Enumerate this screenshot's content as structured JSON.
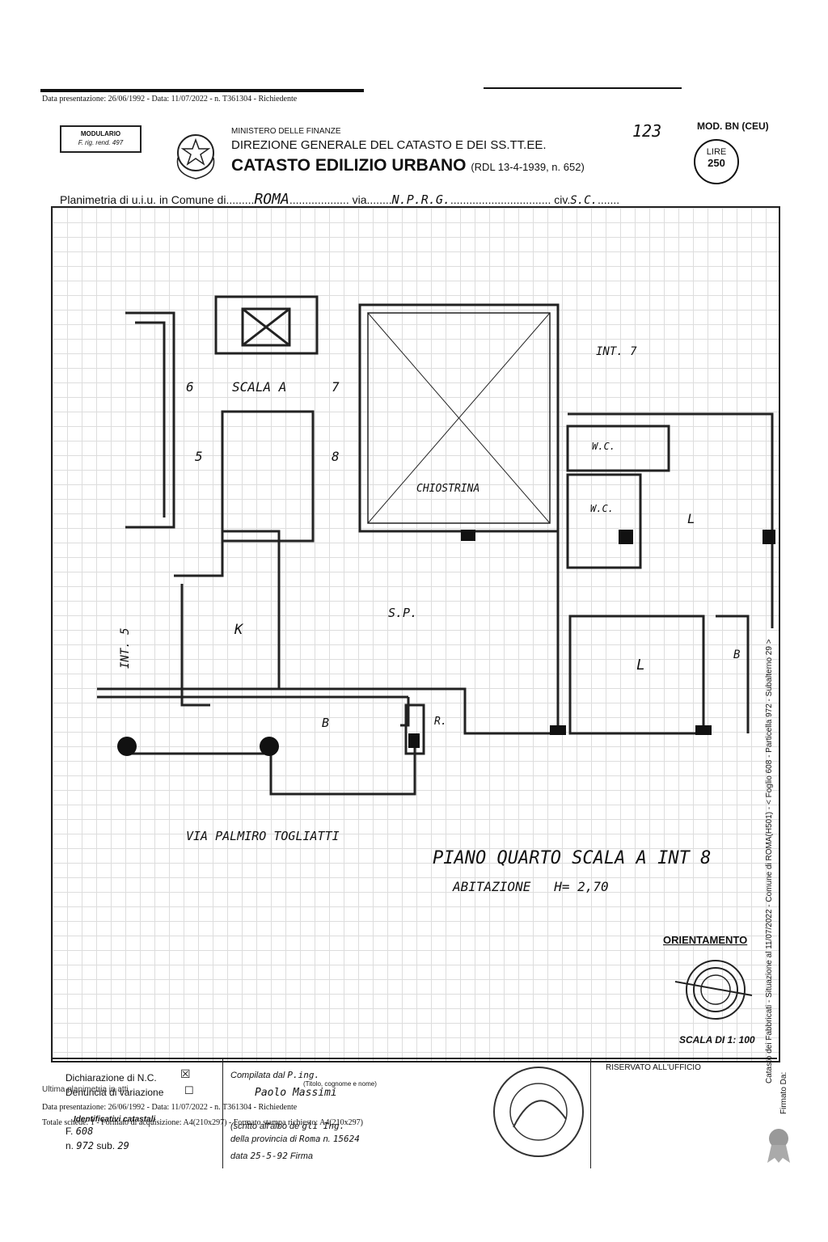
{
  "header_stamp": "Data presentazione: 26/06/1992 - Data: 11/07/2022 - n. T361304 - Richiedente",
  "modulario": {
    "line1": "MODULARIO",
    "line2": "F. rig. rend. 497"
  },
  "ministry": {
    "line1": "MINISTERO DELLE FINANZE",
    "line2": "DIREZIONE GENERALE DEL CATASTO E DEI SS.TT.EE.",
    "line3": "CATASTO EDILIZIO URBANO",
    "line3_sub": "(RDL 13-4-1939, n. 652)"
  },
  "handwritten_number": "123",
  "mod": "MOD. BN (CEU)",
  "lire": {
    "label": "LIRE",
    "value": "250"
  },
  "planimetria": {
    "label": "Planimetria di u.i.u. in Comune di",
    "comune": "ROMA",
    "via_label": "via",
    "via": "N.P.R.G.",
    "civ_label": "civ.",
    "civ": "S.C."
  },
  "rooms": {
    "int7": "INT. 7",
    "scala": "SCALA A",
    "n6": "6",
    "n7": "7",
    "n5": "5",
    "n8": "8",
    "wc1": "W.C.",
    "wc2": "W.C.",
    "chiostrina": "CHIOSTRINA",
    "l1": "L",
    "l2": "L",
    "sp": "S.P.",
    "k": "K",
    "int5": "INT. 5",
    "b1": "B",
    "b2": "B",
    "r": "R."
  },
  "street": "VIA PALMIRO TOGLIATTI",
  "floor_title": "PIANO QUARTO  SCALA A  INT 8",
  "floor_sub": "ABITAZIONE   H= 2,70",
  "orientamento": "ORIENTAMENTO",
  "scala": "SCALA DI 1: 100",
  "side_text": "Catasto dei Fabbricati - Situazione al 11/07/2022 - Comune di ROMA(H501) - < Foglio 608 - Particella 972 - Subalterno 29 >",
  "side_text2": "Firmato Da:",
  "footer": {
    "dich": "Dichiarazione di N.C.",
    "denuncia": "Denuncia di variazione",
    "ultima": "Ultima planimetria in atti",
    "stamp2": "Data presentazione: 26/06/1992 - Data: 11/07/2022 - n. T361304 - Richiedente",
    "stamp3": "Totale schede: 1 - Formato di acquisizione: A4(210x297) - Formato stampa richiesto: A4(210x297)",
    "ident": "Identificativi catastali",
    "f_label": "F.",
    "f": "608",
    "n_label": "n.",
    "n": "972",
    "sub_label": "sub.",
    "sub": "29",
    "compilata_label": "Compilata dal",
    "compilata": "P.ing.",
    "titolo": "(Titolo, cognome e nome)",
    "nome": "Paolo Massimi",
    "albo_label": "(scritto all'albo de",
    "albo": "gli Ing.",
    "prov_label": "della provincia di",
    "prov": "Roma",
    "n2_label": "n.",
    "n2": "15624",
    "data_label": "data",
    "data": "25-5-92",
    "firma_label": "Firma",
    "riservato": "RISERVATO ALL'UFFICIO"
  }
}
